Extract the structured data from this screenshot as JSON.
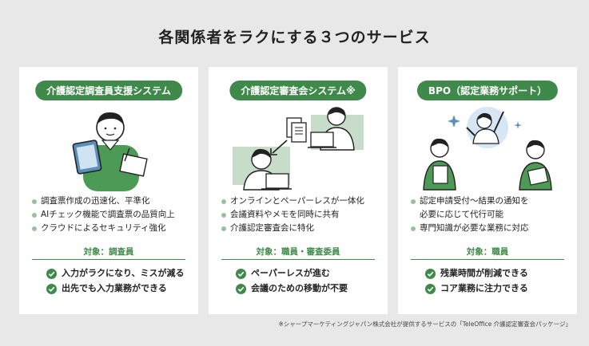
{
  "title": "各関係者をラクにする３つのサービス",
  "colors": {
    "accent": "#3f8a4a",
    "bullet": "#9bbf9e",
    "background": "#e8e8e8",
    "card": "#ffffff"
  },
  "cards": [
    {
      "pill": "介護認定調査員支援システム",
      "bullets": [
        "調査票作成の迅速化、平準化",
        "AIチェック機能で調査票の品質向上",
        "クラウドによるセキュリティ強化"
      ],
      "target": "対象：調査員",
      "checks": [
        "入力がラクになり、ミスが減る",
        "出先でも入力業務ができる"
      ]
    },
    {
      "pill": "介護認定審査会システム※",
      "bullets": [
        "オンラインとペーパーレスが一体化",
        "会議資料やメモを同時に共有",
        "介護認定審査会に特化"
      ],
      "target": "対象：職員・審査委員",
      "checks": [
        "ペーパーレスが進む",
        "会議のための移動が不要"
      ]
    },
    {
      "pill": "BPO（認定業務サポート）",
      "bullets": [
        "認定申請受付～結果の通知を",
        "必要に応じて代行可能",
        "専門知識が必要な業務に対応"
      ],
      "target": "対象：職員",
      "checks": [
        "残業時間が削減できる",
        "コア業務に注力できる"
      ]
    }
  ],
  "footnote": "※シャープマーケティングジャパン株式会社が提供するサービスの「TeleOffice 介護認定審査会パッケージ」"
}
